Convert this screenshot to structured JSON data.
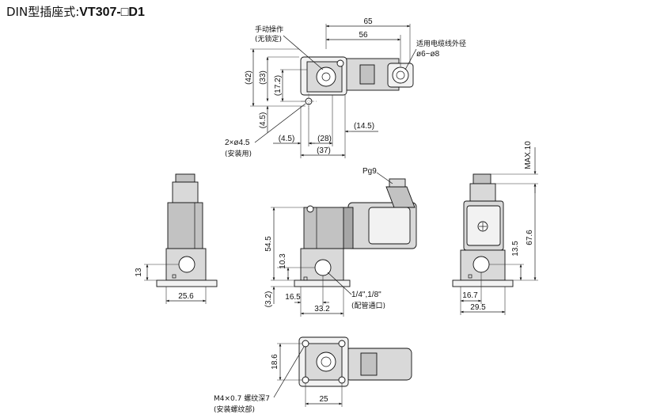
{
  "title": {
    "prefix": "DIN型插座式:",
    "model": "VT307-□D1"
  },
  "top_view": {
    "manual_override": "手动操作",
    "manual_override_note": "(无锁定)",
    "cable_od": "适用电缆线外径",
    "cable_od_value": "ø6~ø8",
    "mount_holes": "2×ø4.5",
    "mount_holes_note": "(安装用)",
    "dims": {
      "w65": "65",
      "w56": "56",
      "h42": "(42)",
      "h33": "(33)",
      "h17_2": "(17.2)",
      "h4_5": "(4.5)",
      "w14_5": "(14.5)",
      "w4_5": "(4.5)",
      "w28": "(28)",
      "w37": "(37)"
    }
  },
  "front_view": {
    "connector": "Pg9",
    "port": "1/4\",1/8\"",
    "port_note": "(配管通口)",
    "dims": {
      "h54_5": "54.5",
      "h10_3": "10.3",
      "h3_2": "(3.2)",
      "w16_5": "16.5",
      "w33_2": "33.2"
    }
  },
  "left_view": {
    "dims": {
      "h13": "13",
      "w25_6": "25.6"
    }
  },
  "right_view": {
    "dims": {
      "max10": "MAX.10",
      "h67_6": "67.6",
      "h13_5": "13.5",
      "w16_7": "16.7",
      "w29_5": "29.5"
    }
  },
  "bottom_view": {
    "thread": "M4×0.7 螺纹深7",
    "thread_note": "(安装螺纹部)",
    "dims": {
      "h18_6": "18.6",
      "w25": "25"
    }
  }
}
